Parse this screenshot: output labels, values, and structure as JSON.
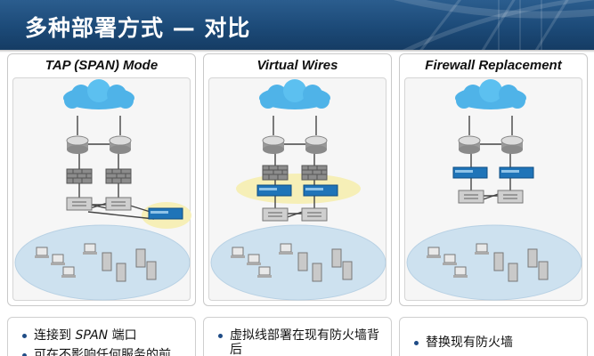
{
  "header": {
    "title": "多种部署方式 — 对比"
  },
  "panels": [
    {
      "title": "TAP (SPAN) Mode"
    },
    {
      "title": "Virtual Wires"
    },
    {
      "title": "Firewall Replacement"
    }
  ],
  "bullets": [
    {
      "lines": [
        {
          "prefix": "连接到 ",
          "em": "SPAN",
          "suffix": " 端口"
        },
        {
          "text": "可在不影响任何服务的前"
        }
      ]
    },
    {
      "lines": [
        {
          "text": "虚拟线部署在现有防火墙背后"
        }
      ]
    },
    {
      "lines": [
        {
          "text": "替换现有防火墙"
        }
      ]
    }
  ],
  "colors": {
    "header_top": "#2b5d8e",
    "header_bottom": "#153c64",
    "cloud": "#4fb3e8",
    "network_ellipse": "#cde1ef",
    "highlight": "#f6efb7",
    "appliance": "#1f74b8",
    "bullet": "#1f4c86"
  },
  "icons": [
    "cloud-icon",
    "router-icon",
    "firewall-icon",
    "switch-icon",
    "appliance-icon",
    "laptop-icon",
    "server-icon"
  ]
}
